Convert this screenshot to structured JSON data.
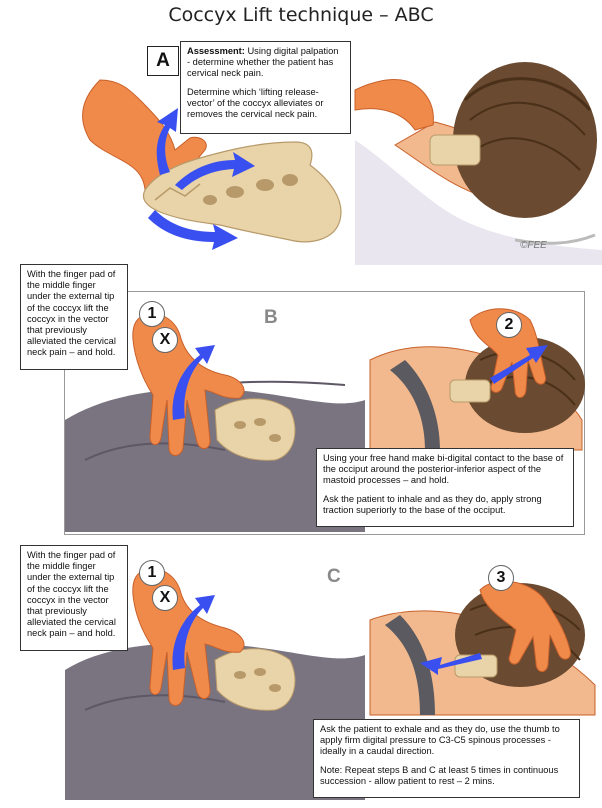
{
  "title": "Coccyx Lift technique – ABC",
  "colors": {
    "skin": "#f08a4b",
    "skin_shadow": "#c8602a",
    "bone": "#e8d4a8",
    "bone_shadow": "#b89a6a",
    "arrow": "#3a4ff0",
    "cloth": "#7a7480",
    "hair": "#6a4a30",
    "strap": "#5a5a60"
  },
  "panel_a": {
    "letter": "A",
    "assessment_lead": "Assessment:",
    "assessment_text": "Using digital palpation - determine whether the patient has cervical neck pain.",
    "vector_text": "Determine which ‘lifting release-vector’ of the coccyx alleviates or removes the cervical neck pain.",
    "signature": "©FEE"
  },
  "panel_b": {
    "letter": "B",
    "left_note": "With the finger pad of the middle finger under the external tip of the coccyx lift the coccyx in the vector that previously alleviated the cervical neck pain – and hold.",
    "step1": "1",
    "mark": "X",
    "step2": "2",
    "note_p1": "Using your free hand make bi-digital contact to the base of the occiput around the posterior-inferior aspect of the mastoid processes – and hold.",
    "note_p2": "Ask the patient to inhale and as they do, apply strong traction superiorly to the base of the occiput."
  },
  "panel_c": {
    "letter": "C",
    "left_note": "With the finger pad of the middle finger under the external tip of the coccyx lift the coccyx in the vector that previously alleviated the cervical neck pain – and hold.",
    "step1": "1",
    "mark": "X",
    "step3": "3",
    "note_p1": "Ask the patient to exhale and as they do, use the thumb to apply firm digital pressure to C3-C5 spinous processes - ideally in a caudal direction.",
    "note_p2": "Note: Repeat steps B and C at least 5 times in continuous succession - allow patient to rest – 2 mins."
  }
}
